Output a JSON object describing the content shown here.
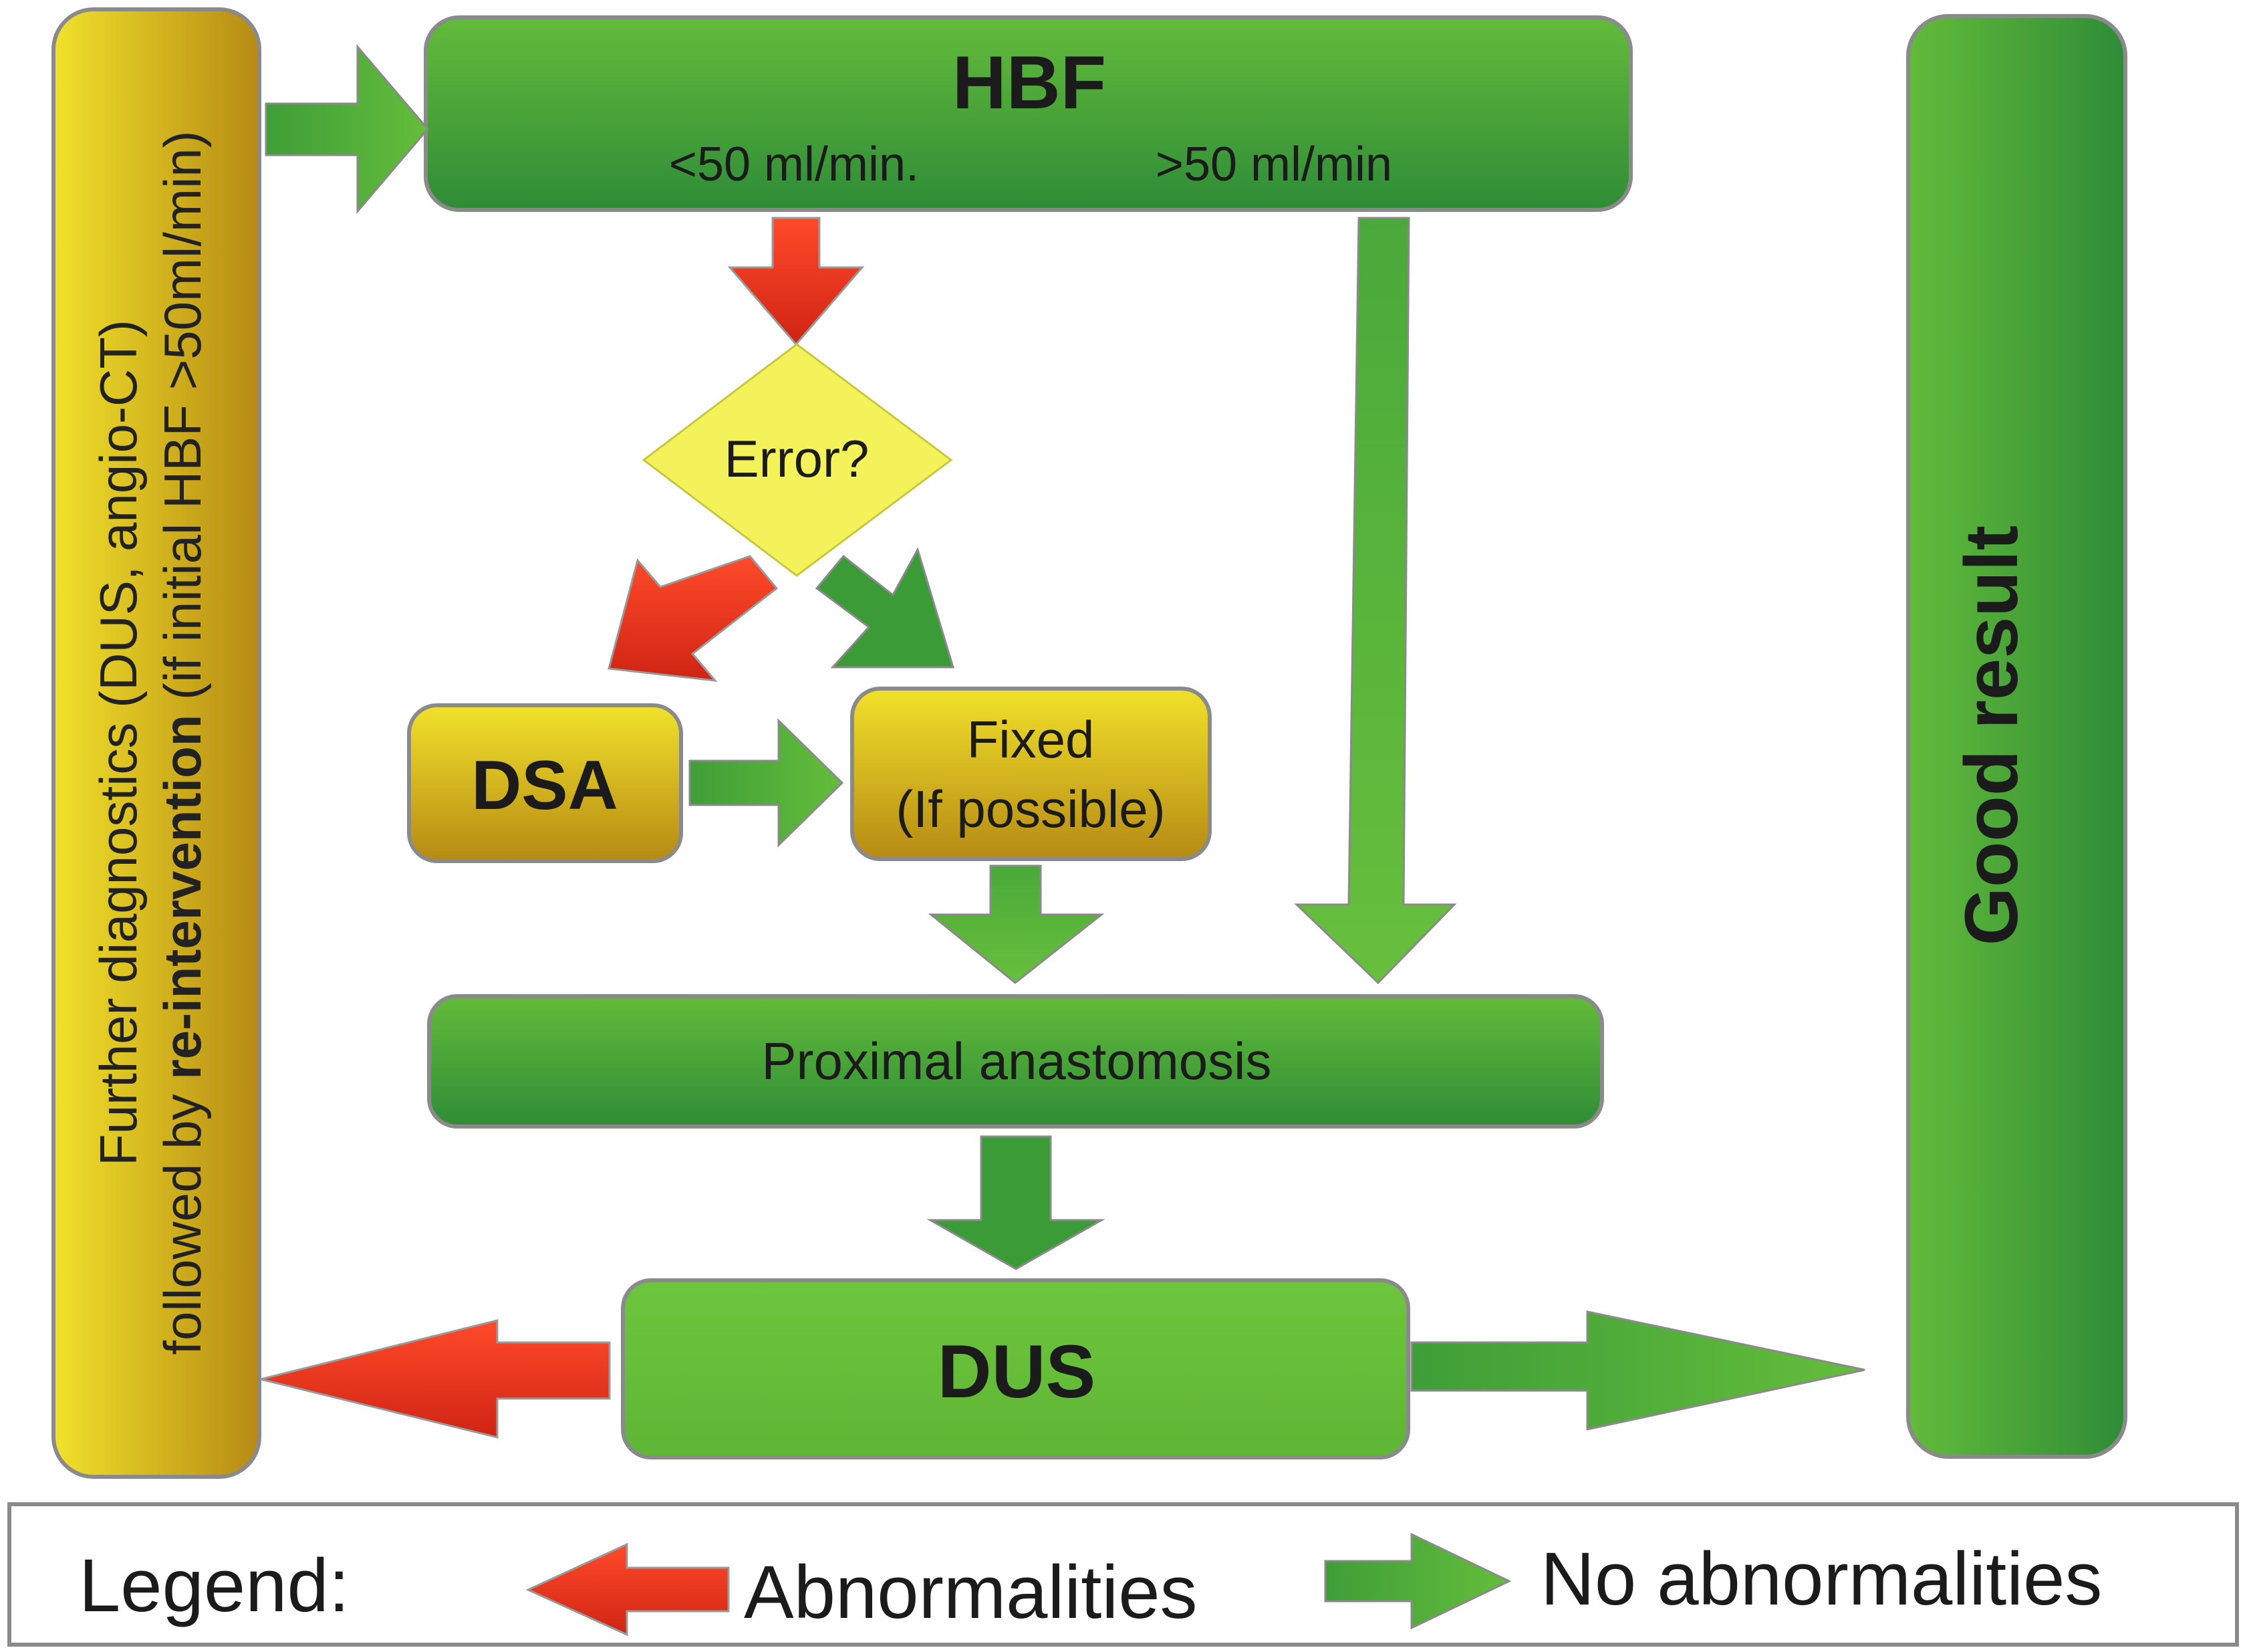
{
  "side_panel": {
    "line1": "Further diagnostics (DUS, angio-CT)",
    "line2_prefix": "followed by ",
    "line2_bold": "re-intervention",
    "line2_suffix": " (if initial HBF >50ml/min)"
  },
  "hbf_box": {
    "title": "HBF",
    "left_branch": "<50 ml/min.",
    "right_branch": ">50 ml/min"
  },
  "decision": {
    "label": "Error?"
  },
  "dsa_box": {
    "label": "DSA"
  },
  "fixed_box": {
    "line1": "Fixed",
    "line2": "(If possible)"
  },
  "proximal_box": {
    "label": "Proximal anastomosis"
  },
  "dus_box": {
    "label": "DUS"
  },
  "good_result": {
    "label": "Good result"
  },
  "legend": {
    "label": "Legend:",
    "abnormal": "Abnormalities",
    "normal": "No abnormalities"
  },
  "colors": {
    "green_light": "#6cc23a",
    "green_dark": "#2e8b36",
    "yellow_light": "#f2e02a",
    "yellow_dark": "#b58a12",
    "red": "#e0301e",
    "decision_yellow": "#f4f25a"
  }
}
